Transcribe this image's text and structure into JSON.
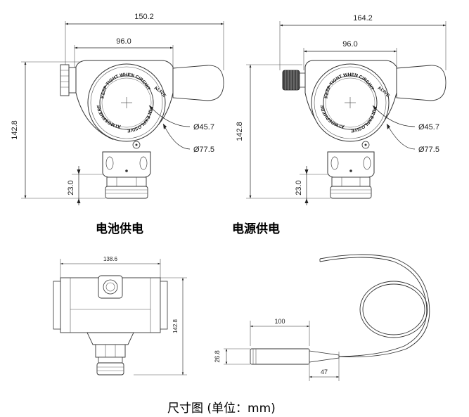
{
  "drawing_1": {
    "caption": "电池供电",
    "width_overall": "150.2",
    "width_housing": "96.0",
    "height_overall": "142.8",
    "height_fitting": "23.0",
    "dia_window": "Ø45.7",
    "dia_housing": "Ø77.5",
    "stamp_top": "KEEP TIGHT WHEN CIRCUIT",
    "stamp_right": "ALIVE",
    "stamp_bottom": "IN EXPLOSIVE",
    "stamp_left": "ATMOSPHERE"
  },
  "drawing_2": {
    "caption": "电源供电",
    "width_overall": "164.2",
    "width_housing": "96.0",
    "height_overall": "142.8",
    "height_fitting": "23.0",
    "dia_window": "Ø45.7",
    "dia_housing": "Ø77.5",
    "stamp_top": "KEEP TIGHT WHEN CIRCUIT",
    "stamp_right": "ALIVE",
    "stamp_bottom": "IN EXPLOSIVE",
    "stamp_left": "ATMOSPHERE"
  },
  "drawing_3": {
    "width": "138.6",
    "height": "142.8"
  },
  "drawing_4": {
    "probe_length": "100",
    "probe_diameter": "26.8",
    "tip_length": "47"
  },
  "footer": {
    "caption": "尺寸图 (单位：mm)"
  }
}
